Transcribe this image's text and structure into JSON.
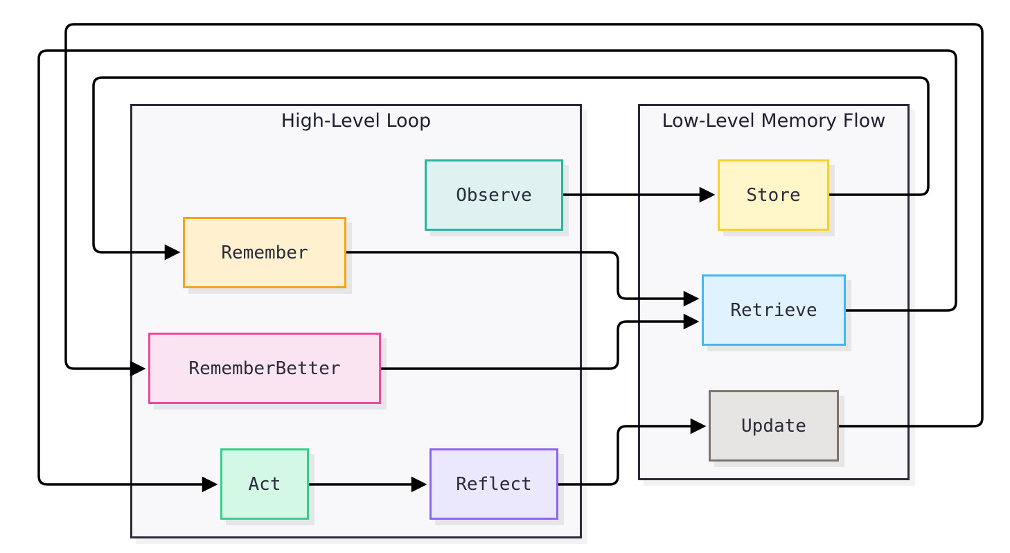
{
  "clusters": {
    "high": {
      "title": "High-Level Loop"
    },
    "low": {
      "title": "Low-Level Memory Flow"
    }
  },
  "nodes": {
    "observe": {
      "label": "Observe",
      "fill": "#e0f2ef",
      "stroke": "#26b5a0"
    },
    "remember": {
      "label": "Remember",
      "fill": "#fff1cf",
      "stroke": "#f5a31a"
    },
    "remember_better": {
      "label": "RememberBetter",
      "fill": "#fbe4f1",
      "stroke": "#e94c9c"
    },
    "act": {
      "label": "Act",
      "fill": "#d3f8e5",
      "stroke": "#37cd8a"
    },
    "reflect": {
      "label": "Reflect",
      "fill": "#ebe8fd",
      "stroke": "#8d64f0"
    },
    "store": {
      "label": "Store",
      "fill": "#fff6c9",
      "stroke": "#f7d02a"
    },
    "retrieve": {
      "label": "Retrieve",
      "fill": "#e0f2fe",
      "stroke": "#3fb8f1"
    },
    "update": {
      "label": "Update",
      "fill": "#e7e5e4",
      "stroke": "#7c746d"
    }
  },
  "edges": [
    {
      "from": "observe",
      "to": "store"
    },
    {
      "from": "store",
      "to": "remember"
    },
    {
      "from": "remember",
      "to": "retrieve"
    },
    {
      "from": "remember_better",
      "to": "retrieve"
    },
    {
      "from": "retrieve",
      "to": "act"
    },
    {
      "from": "act",
      "to": "reflect"
    },
    {
      "from": "reflect",
      "to": "update"
    },
    {
      "from": "update",
      "to": "remember_better"
    }
  ],
  "colors": {
    "edge": "#000000",
    "cluster_border": "#2b2a3b",
    "cluster_fill": "#f8f8fb"
  }
}
